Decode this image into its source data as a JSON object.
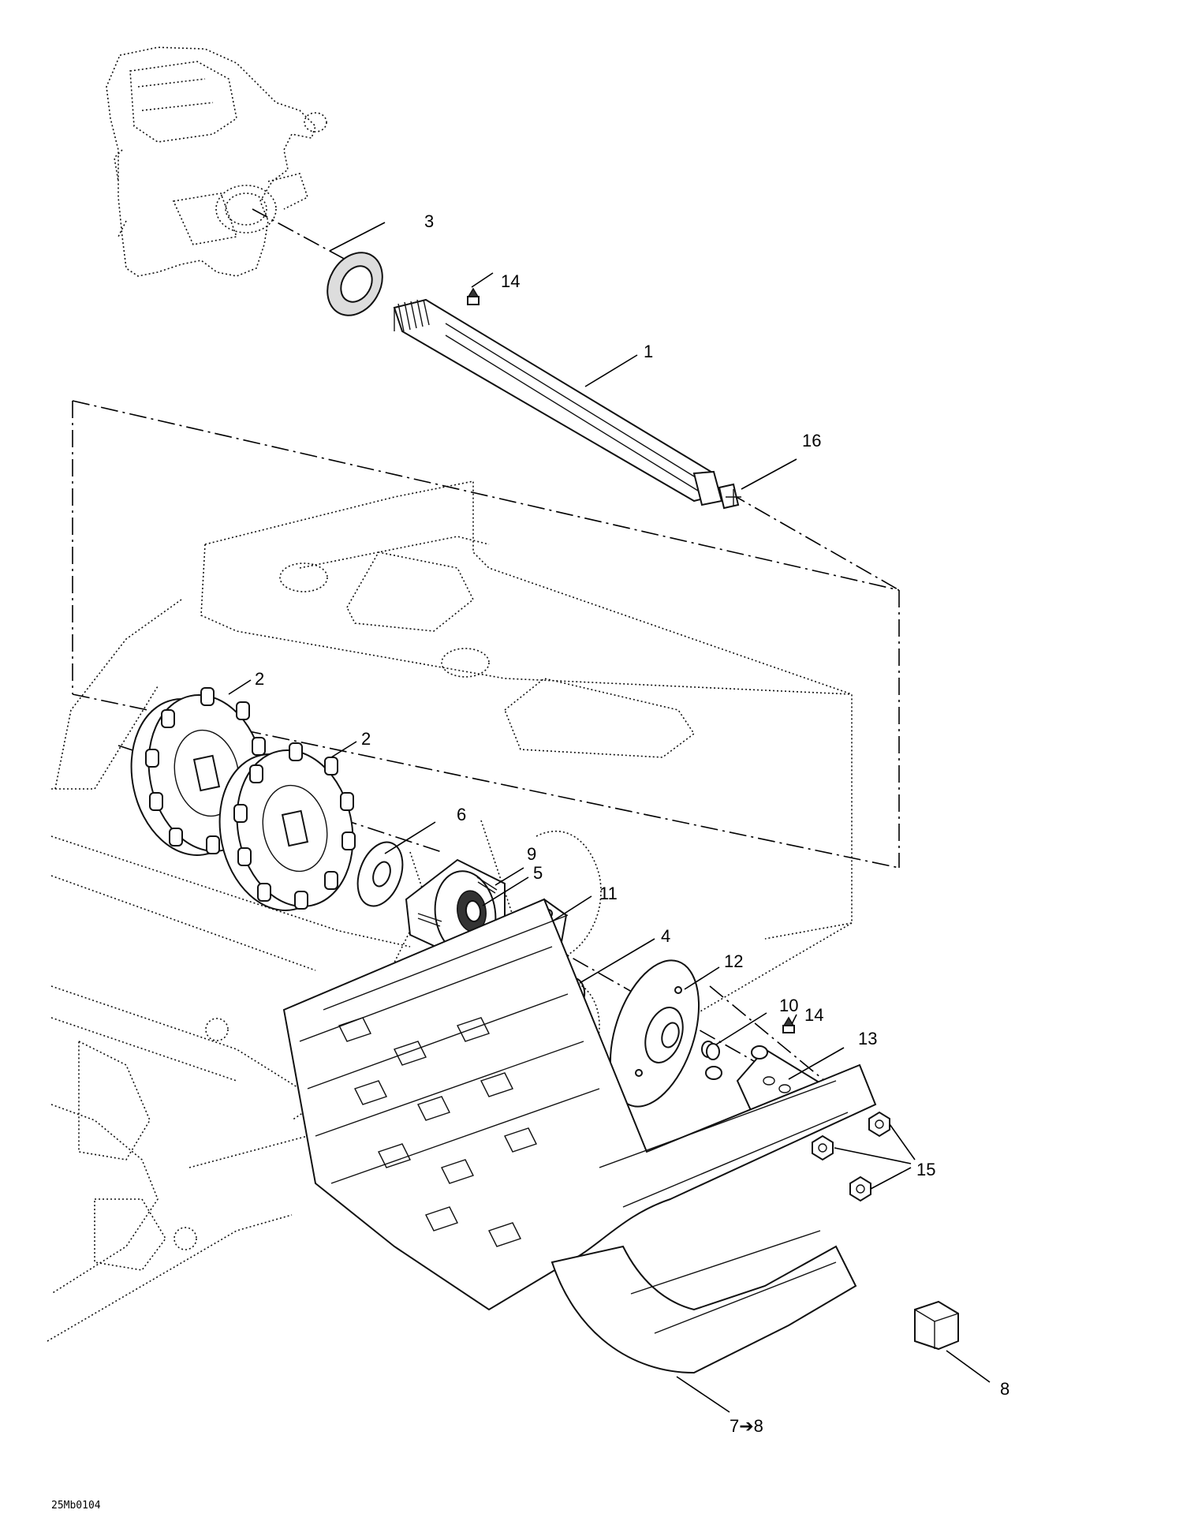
{
  "callouts": {
    "c1": "1",
    "c2a": "2",
    "c2b": "2",
    "c3": "3",
    "c4": "4",
    "c5": "5",
    "c6": "6",
    "c7": "7➔8",
    "c8": "8",
    "c9": "9",
    "c10": "10",
    "c11": "11",
    "c12": "12",
    "c13": "13",
    "c14a": "14",
    "c14b": "14",
    "c15": "15",
    "c16": "16"
  },
  "drawing_code": "25Mb0104"
}
